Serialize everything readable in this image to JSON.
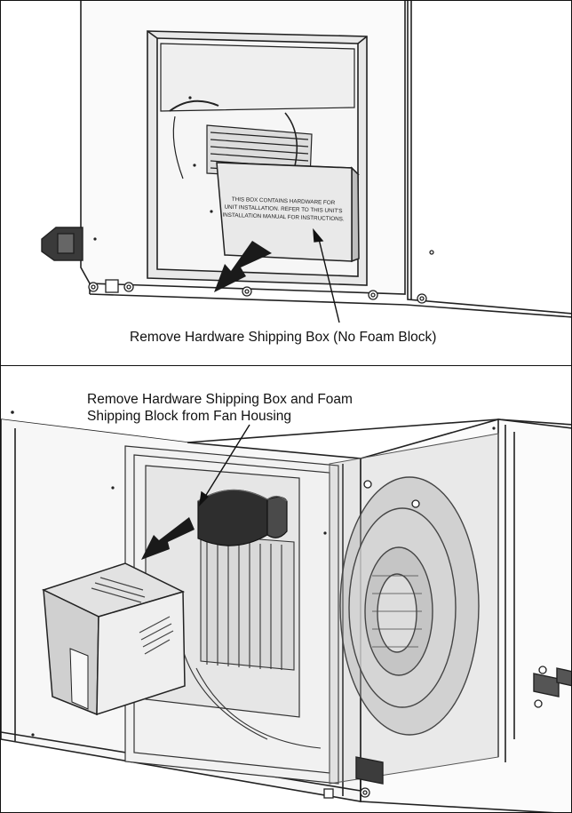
{
  "top_panel": {
    "caption": "Remove Hardware Shipping Box (No Foam Block)",
    "box_label_lines": [
      "THIS BOX CONTAINS HARDWARE FOR",
      "UNIT INSTALLATION. REFER TO THIS UNIT'S",
      "INSTALLATION MANUAL FOR INSTRUCTIONS."
    ]
  },
  "bottom_panel": {
    "caption_lines": [
      "Remove Hardware Shipping Box and Foam",
      "Shipping Block from Fan Housing"
    ]
  }
}
